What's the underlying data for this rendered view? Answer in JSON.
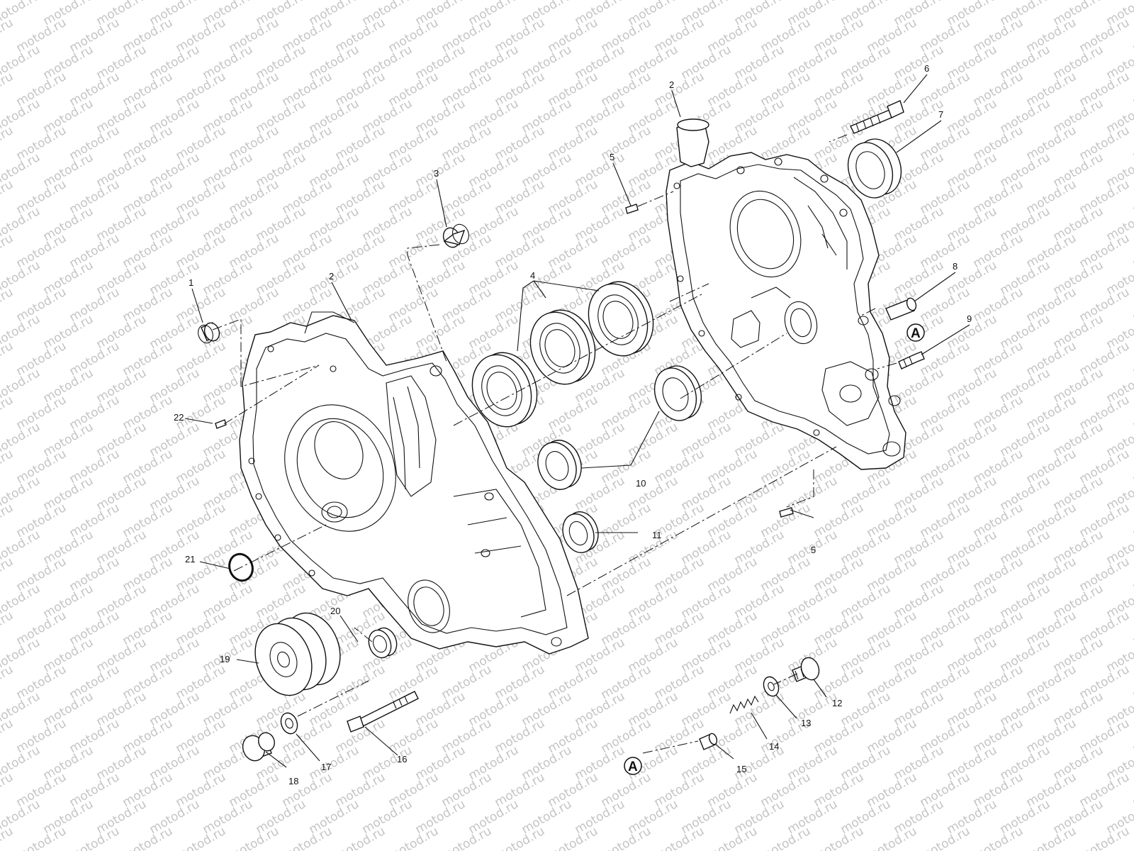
{
  "watermark": {
    "text": "motod.ru"
  },
  "callouts": [
    {
      "id": "c1",
      "label": "1"
    },
    {
      "id": "c2a",
      "label": "2"
    },
    {
      "id": "c2b",
      "label": "2"
    },
    {
      "id": "c3",
      "label": "3"
    },
    {
      "id": "c4",
      "label": "4"
    },
    {
      "id": "c5a",
      "label": "5"
    },
    {
      "id": "c5b",
      "label": "5"
    },
    {
      "id": "c6",
      "label": "6"
    },
    {
      "id": "c7",
      "label": "7"
    },
    {
      "id": "c8",
      "label": "8"
    },
    {
      "id": "c9",
      "label": "9"
    },
    {
      "id": "c10",
      "label": "10"
    },
    {
      "id": "c11",
      "label": "11"
    },
    {
      "id": "c12",
      "label": "12"
    },
    {
      "id": "c13",
      "label": "13"
    },
    {
      "id": "c14",
      "label": "14"
    },
    {
      "id": "c15",
      "label": "15"
    },
    {
      "id": "c16",
      "label": "16"
    },
    {
      "id": "c17",
      "label": "17"
    },
    {
      "id": "c18",
      "label": "18"
    },
    {
      "id": "c19",
      "label": "19"
    },
    {
      "id": "c20",
      "label": "20"
    },
    {
      "id": "c21",
      "label": "21"
    },
    {
      "id": "c22",
      "label": "22"
    }
  ],
  "reference_marks": [
    {
      "id": "refA1",
      "label": "A"
    },
    {
      "id": "refA2",
      "label": "A"
    }
  ]
}
